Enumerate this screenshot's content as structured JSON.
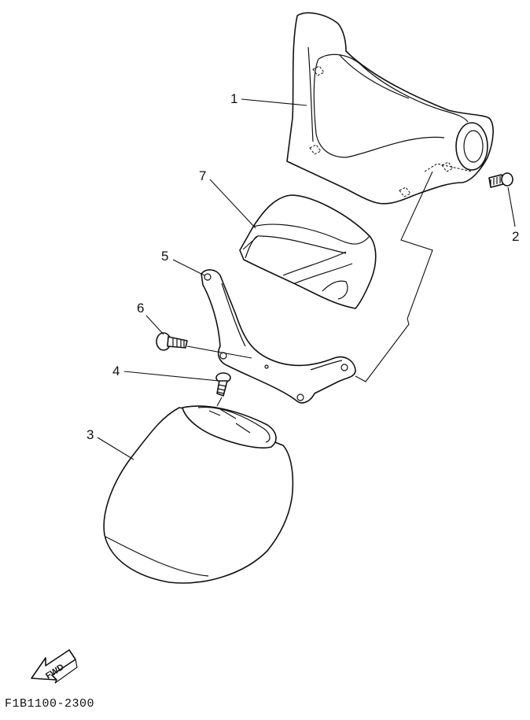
{
  "diagram": {
    "drawing_code": "F1B1100-2300",
    "direction_label": "FWD",
    "callouts": [
      {
        "id": "1",
        "text": "1"
      },
      {
        "id": "2",
        "text": "2"
      },
      {
        "id": "3",
        "text": "3"
      },
      {
        "id": "4",
        "text": "4"
      },
      {
        "id": "5",
        "text": "5"
      },
      {
        "id": "6",
        "text": "6"
      },
      {
        "id": "7",
        "text": "7"
      }
    ],
    "line_color": "#111111",
    "background": "#ffffff"
  }
}
